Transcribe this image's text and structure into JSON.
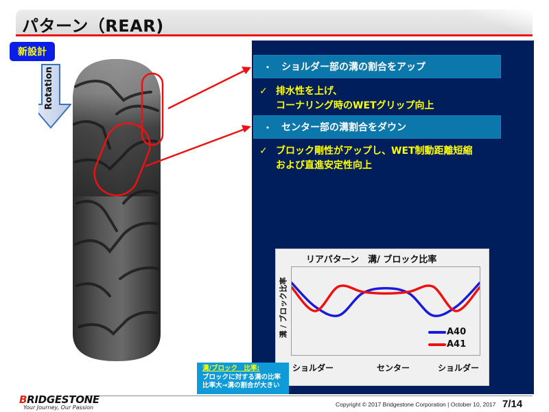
{
  "header": {
    "title": "パターン（REAR)",
    "accent_color": "#ee1111"
  },
  "badge": {
    "label": "新設計",
    "bg_color": "#0a1ee8",
    "text_color": "#ffff00"
  },
  "rotation": {
    "label": "Rotation",
    "icon": "down-arrow-icon"
  },
  "panel": {
    "bg_color": "#001e5c",
    "sections": [
      {
        "bullet_marker": "・",
        "heading": "ショルダー部の溝の割合をアップ",
        "check_marker": "✓",
        "lines": [
          "排水性を上げ、",
          "コーナリング時のWETグリップ向上"
        ]
      },
      {
        "bullet_marker": "・",
        "heading": "センター部の溝割合をダウン",
        "check_marker": "✓",
        "lines": [
          "ブロック剛性がアップし、WET制動距離短縮",
          "および直進安定性向上"
        ]
      }
    ]
  },
  "chart_data": {
    "type": "line",
    "title": "リアパターン　溝/ ブロック比率",
    "xlabel": "",
    "ylabel": "溝 / ブロック比率",
    "x_tick_labels": [
      "ショルダー",
      "センター",
      "ショルダー"
    ],
    "x": [
      0,
      0.125,
      0.25,
      0.375,
      0.5,
      0.625,
      0.75,
      0.875,
      1.0
    ],
    "ylim": [
      0,
      100
    ],
    "grid": false,
    "legend_position": "lower right",
    "series": [
      {
        "name": "A40",
        "color": "#1a1adc",
        "values": [
          82,
          55,
          45,
          70,
          76,
          70,
          45,
          55,
          82
        ]
      },
      {
        "name": "A41",
        "color": "#ee1111",
        "values": [
          77,
          50,
          78,
          72,
          70,
          72,
          78,
          50,
          77
        ]
      }
    ]
  },
  "note": {
    "title": "溝/ブロック　比率:",
    "lines": [
      "ブロックに対する溝の比率",
      "比率大→溝の割合が大きい"
    ]
  },
  "footer": {
    "logo_initial": "B",
    "logo_rest": "RIDGESTONE",
    "tagline": "Your Journey, Our Passion",
    "copyright": "Copyright © 2017 Bridgestone Corporation  |  October 10, 2017",
    "page": "7/14"
  }
}
